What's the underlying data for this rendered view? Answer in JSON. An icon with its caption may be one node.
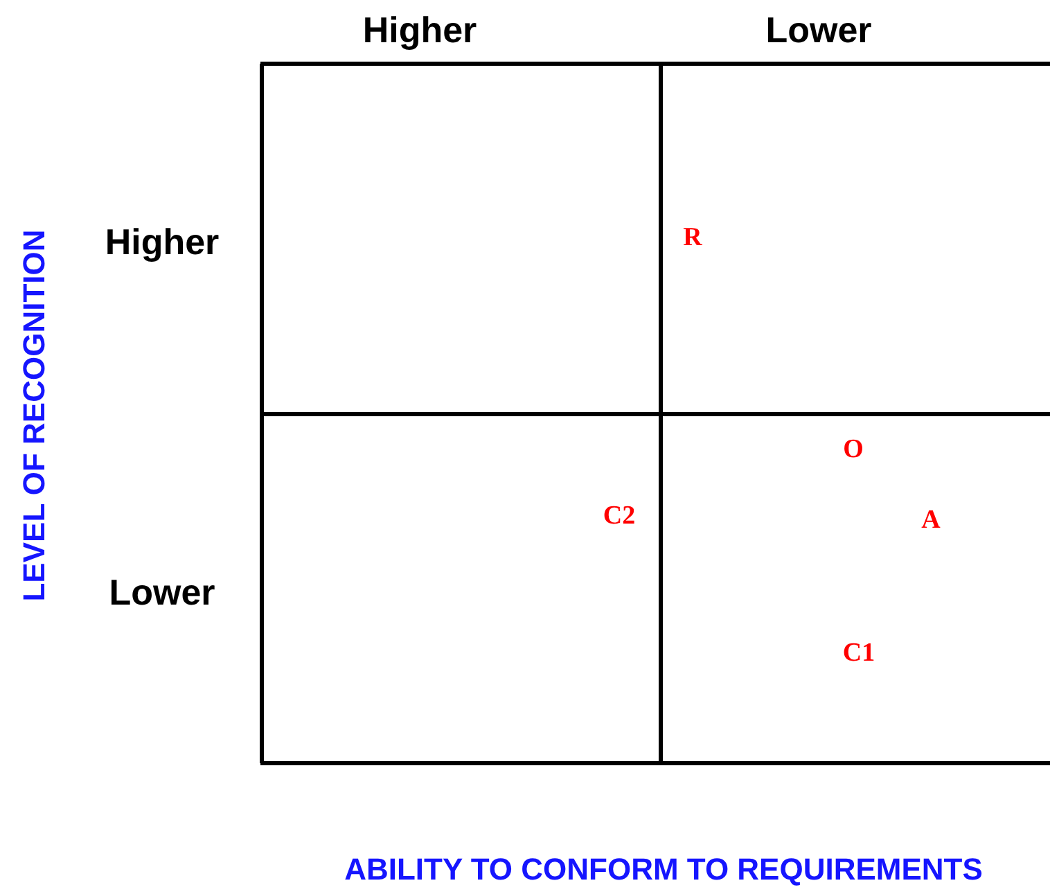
{
  "diagram": {
    "labels": [
      "Higher",
      "Lower",
      "LEVEL OF RECOGNITION",
      "Higher",
      "R",
      "O",
      "C2",
      "A",
      "Lower",
      "C1",
      "ABILITY TO CONFORM TO REQUIREMENTS"
    ]
  }
}
